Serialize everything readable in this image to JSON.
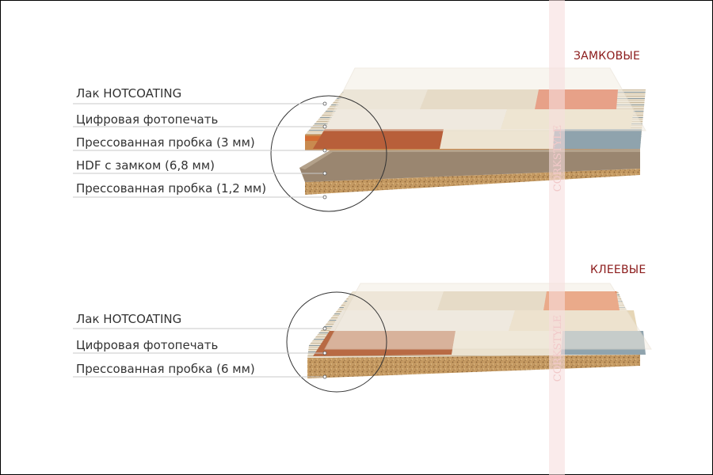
{
  "watermark": {
    "text": "CORKSTYLE",
    "color": "#f1c9c9"
  },
  "colors": {
    "title": "#8b1a1a",
    "label": "#333333",
    "leader_line": "#c8c8c8",
    "cork": "#c59a62",
    "hdf": "#9a8670",
    "coating": "#f3ede2"
  },
  "sections": [
    {
      "title": "ЗАМКОВЫЕ",
      "layers": [
        "Лак HOTCOATING",
        "Цифровая фотопечать",
        "Прессованная пробка (3 мм)",
        "HDF с замком (6,8 мм)",
        "Прессованная пробка (1,2 мм)"
      ]
    },
    {
      "title": "КЛЕЕВЫЕ",
      "layers": [
        "Лак HOTCOATING",
        "Цифровая фотопечать",
        "Прессованная пробка (6 мм)"
      ]
    }
  ]
}
